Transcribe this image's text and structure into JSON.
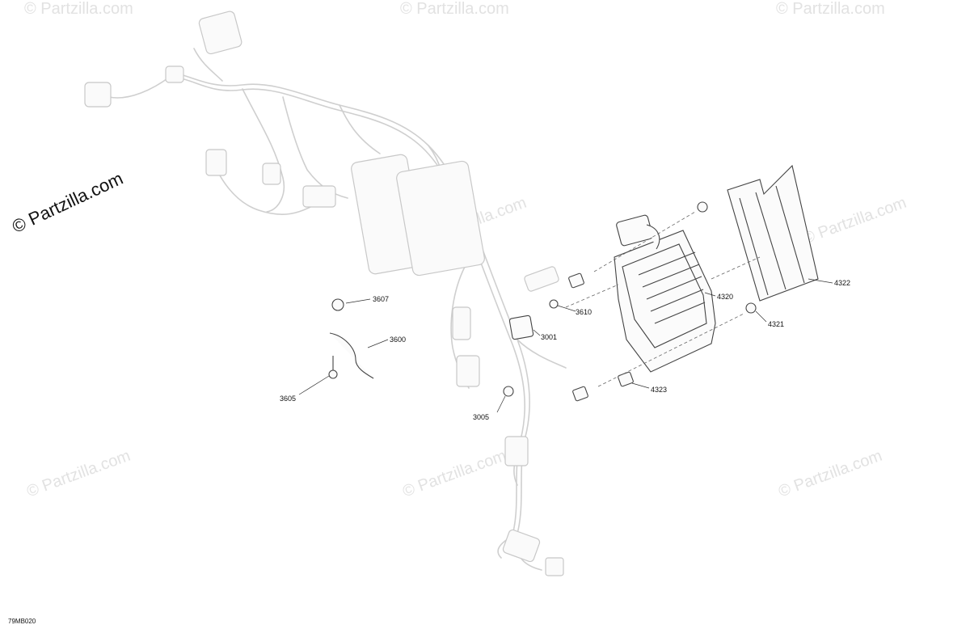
{
  "watermark": {
    "main": "© Partzilla.com",
    "repeat": "© Partzilla.com"
  },
  "diagram_id": "79MB020",
  "callouts": {
    "c3607": "3607",
    "c3600": "3600",
    "c3605": "3605",
    "c3610": "3610",
    "c3001": "3001",
    "c3005": "3005",
    "c4320": "4320",
    "c4321": "4321",
    "c4322": "4322",
    "c4323": "4323"
  }
}
